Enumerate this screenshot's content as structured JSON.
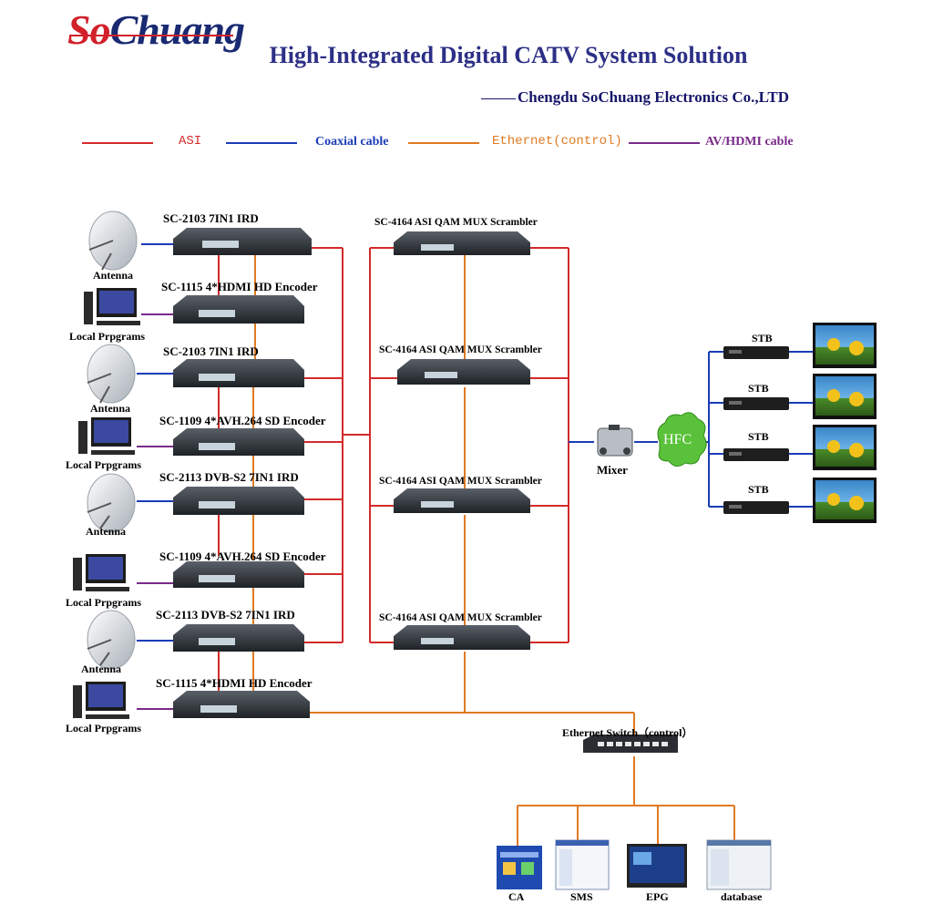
{
  "brand": {
    "logo_text_first": "So",
    "logo_text_rest": "Chuang"
  },
  "title": "High-Integrated Digital CATV System Solution",
  "company": "Chengdu SoChuang Electronics Co.,LTD",
  "legend": [
    {
      "label": "ASI",
      "color": "#d42a2a"
    },
    {
      "label": "Coaxial cable",
      "color": "#1a3cb8"
    },
    {
      "label": "Ethernet(control)",
      "color": "#e07a22"
    },
    {
      "label": "AV/HDMI cable",
      "color": "#7a2a8a"
    }
  ],
  "sources": [
    {
      "device": "SC-2103 7IN1 IRD",
      "input": "Antenna",
      "input_icon": "satellite-dish-icon"
    },
    {
      "device": "SC-1115 4*HDMI HD Encoder",
      "input": "Local Prpgrams",
      "input_icon": "computer-icon"
    },
    {
      "device": "SC-2103 7IN1 IRD",
      "input": "Antenna",
      "input_icon": "satellite-dish-icon"
    },
    {
      "device": "SC-1109 4*AVH.264 SD Encoder",
      "input": "Local Prpgrams",
      "input_icon": "computer-icon"
    },
    {
      "device": "SC-2113 DVB-S2 7IN1 IRD",
      "input": "Antenna",
      "input_icon": "satellite-dish-icon"
    },
    {
      "device": "SC-1109 4*AVH.264 SD Encoder",
      "input": "Local Prpgrams",
      "input_icon": "computer-icon"
    },
    {
      "device": "SC-2113 DVB-S2 7IN1 IRD",
      "input": "Antenna",
      "input_icon": "satellite-dish-icon"
    },
    {
      "device": "SC-1115 4*HDMI HD Encoder",
      "input": "Local Prpgrams",
      "input_icon": "computer-icon"
    }
  ],
  "scramblers": [
    "SC-4164 ASI QAM MUX Scrambler",
    "SC-4164 ASI QAM MUX Scrambler",
    "SC-4164 ASI QAM MUX Scrambler",
    "SC-4164 ASI QAM MUX Scrambler"
  ],
  "mixer": "Mixer",
  "hfc": "HFC",
  "stb_label": "STB",
  "stb_count": 4,
  "switch": "Ethernet Switch（control）",
  "management": [
    "CA",
    "SMS",
    "EPG",
    "database"
  ]
}
